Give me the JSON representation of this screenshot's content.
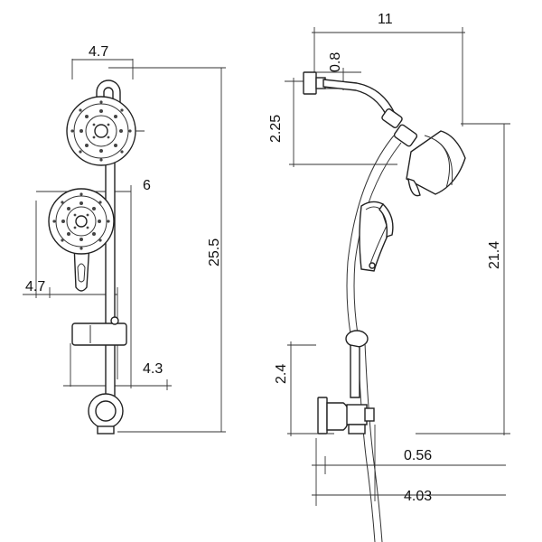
{
  "front_view": {
    "dim_top_width": "4.7",
    "dim_handheld_width": "6",
    "dim_handle_width": "4.7",
    "dim_total_height": "25.5",
    "dim_holder_offset": "4.3"
  },
  "side_view": {
    "dim_total_depth": "11",
    "dim_flange": "0.8",
    "dim_arm_drop": "2.25",
    "dim_shower_height": "21.4",
    "dim_connector_height": "2.4",
    "dim_connector_depth": "0.56",
    "dim_connector_projection": "4.03"
  },
  "colors": {
    "line": "#222222",
    "text": "#111111",
    "background": "#ffffff"
  }
}
